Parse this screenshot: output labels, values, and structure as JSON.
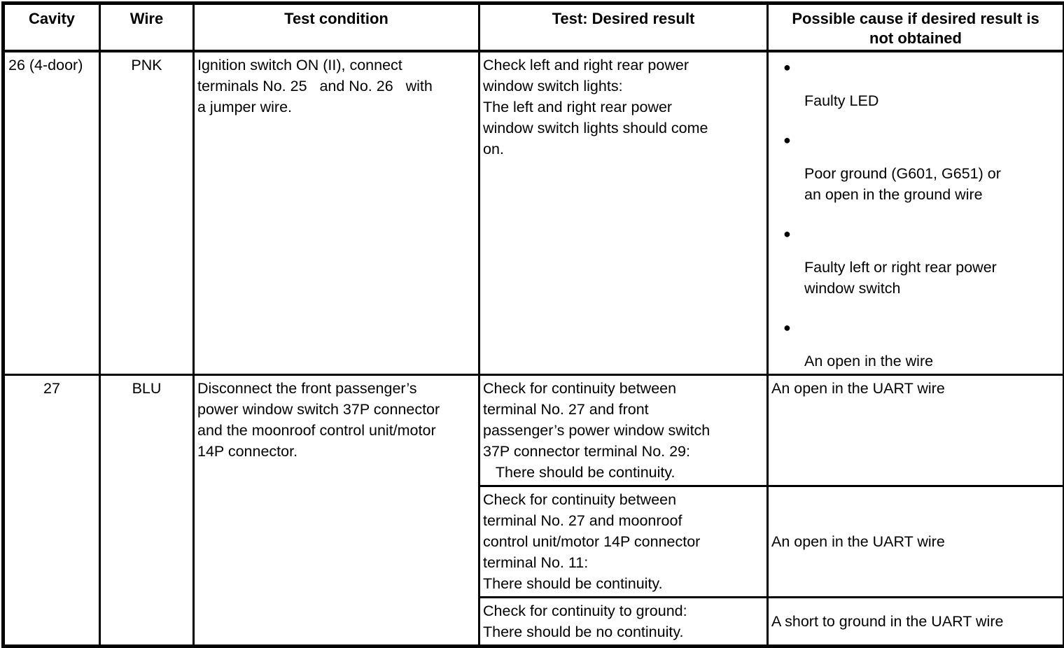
{
  "icons": {
    "bullet": "●"
  },
  "table": {
    "headers": [
      "Cavity",
      "Wire",
      "Test condition",
      "Test: Desired result",
      "Possible cause if desired result is\nnot obtained"
    ],
    "rows": [
      {
        "cavity": "26 (4-door)",
        "wire": "PNK",
        "condition": "Ignition switch ON (II), connect\nterminals No. 25   and No. 26   with\na jumper wire.",
        "tests": [
          {
            "result": "Check left and right rear power\nwindow switch lights:\nThe left and right rear power\nwindow switch lights should come\non.",
            "causes": [
              "Faulty LED",
              "Poor ground (G601, G651) or\nan open in the ground wire",
              "Faulty left or right rear power\nwindow switch",
              "An open in the wire"
            ]
          }
        ]
      },
      {
        "cavity": "27",
        "wire": "BLU",
        "condition": "Disconnect the front passenger’s\npower window switch 37P connector\nand the moonroof control unit/motor\n14P connector.",
        "tests": [
          {
            "result": "Check for continuity between\nterminal No. 27 and front\npassenger’s power window switch\n37P connector terminal No. 29:\n   There should be continuity.",
            "cause": "An open in the UART wire"
          },
          {
            "result": "Check for continuity between\nterminal No. 27 and moonroof\ncontrol unit/motor 14P connector\nterminal No. 11:\nThere should be continuity.",
            "cause": "An open in the UART wire"
          },
          {
            "result": "Check for continuity to ground:\nThere should be no continuity.",
            "cause": "A short to ground in the UART wire"
          }
        ]
      }
    ]
  }
}
